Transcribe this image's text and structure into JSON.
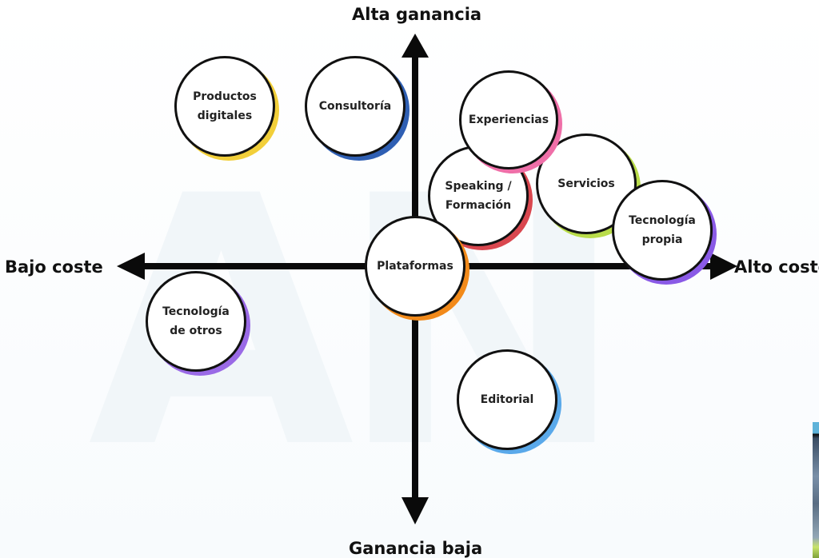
{
  "diagram": {
    "title": "Matriz coste / ganancia",
    "axes": {
      "top": "Alta ganancia",
      "bottom": "Ganancia baja",
      "left": "Bajo coste",
      "right": "Alto coste"
    },
    "watermark": "AN",
    "nodes": [
      {
        "id": "productos-digitales",
        "label": "Productos\ndigitales",
        "accent": "#f2cf3a",
        "quadrant": "bajo-coste-alta-ganancia"
      },
      {
        "id": "consultoria",
        "label": "Consultoría",
        "accent": "#2f5fb3",
        "quadrant": "bajo-coste-alta-ganancia"
      },
      {
        "id": "experiencias",
        "label": "Experiencias",
        "accent": "#ef6fa8",
        "quadrant": "alto-coste-alta-ganancia"
      },
      {
        "id": "speaking-formacion",
        "label": "Speaking /\nFormación",
        "accent": "#d9474f",
        "quadrant": "alto-coste-alta-ganancia"
      },
      {
        "id": "servicios",
        "label": "Servicios",
        "accent": "#b9dc4a",
        "quadrant": "alto-coste-alta-ganancia"
      },
      {
        "id": "tecnologia-propia",
        "label": "Tecnología\npropia",
        "accent": "#8a5ae6",
        "quadrant": "alto-coste-alta-ganancia"
      },
      {
        "id": "plataformas",
        "label": "Plataformas",
        "accent": "#f28a1a",
        "quadrant": "centro"
      },
      {
        "id": "tecnologia-de-otros",
        "label": "Tecnología\nde otros",
        "accent": "#9a6ae6",
        "quadrant": "bajo-coste-ganancia-baja"
      },
      {
        "id": "editorial",
        "label": "Editorial",
        "accent": "#5aa9ea",
        "quadrant": "alto-coste-ganancia-baja"
      }
    ]
  }
}
